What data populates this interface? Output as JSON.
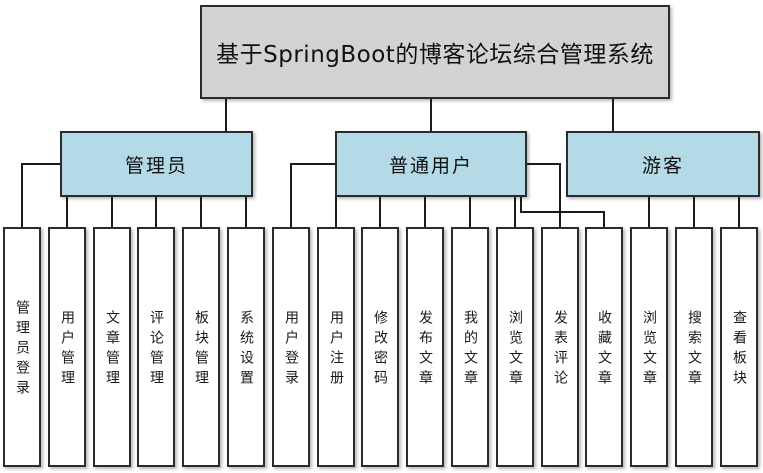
{
  "title": "基于SpringBoot的博客论坛综合管理系统",
  "groups": [
    {
      "label": "管理员",
      "children": [
        "管理员登录",
        "用户管理",
        "文章管理",
        "评论管理",
        "板块管理",
        "系统设置"
      ]
    },
    {
      "label": "普通用户",
      "children": [
        "用户登录",
        "用户注册",
        "修改密码",
        "发布文章",
        "我的文章",
        "浏览文章",
        "发表评论",
        "收藏文章"
      ]
    },
    {
      "label": "游客",
      "children": [
        "浏览文章",
        "搜索文章",
        "查看板块"
      ]
    }
  ],
  "colors": {
    "root_fill": "#d3d3d3",
    "group_fill": "#b4d9e7",
    "leaf_fill": "#ffffff",
    "border": "#2b2b2b",
    "connector": "#1c1c1c"
  }
}
